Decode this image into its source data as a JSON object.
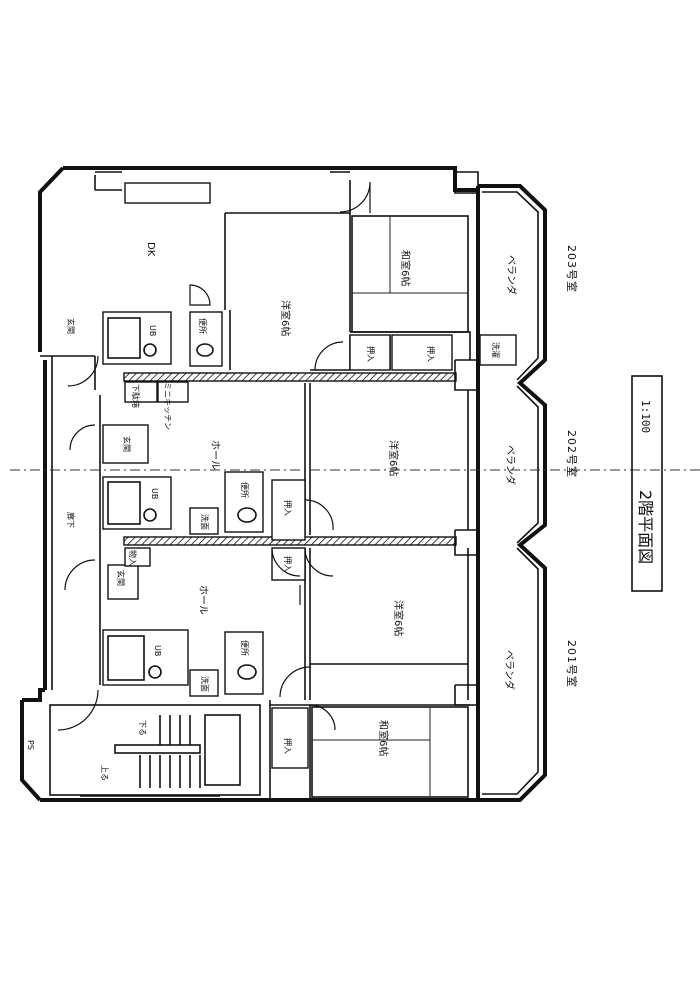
{
  "title": "2階平面図",
  "scale": "1:100",
  "units": {
    "u201": "201号室",
    "u202": "202号室",
    "u203": "203号室"
  },
  "rooms": {
    "dk": "DK",
    "yoshitsu6": "洋室6帖",
    "washitsu6": "和室6帖",
    "veranda": "ベランダ",
    "hall": "ホール",
    "ub": "UB",
    "toilet": "便所",
    "senmen": "洗面",
    "genkan": "玄関",
    "oshiire": "押入",
    "rouka": "廊下",
    "ps": "PS",
    "kuro": "物入",
    "down": "下る",
    "up": "上る",
    "shimo": "下駄箱",
    "mini_kitchen": "ミニキッチン",
    "senmen2": "洗濯"
  }
}
